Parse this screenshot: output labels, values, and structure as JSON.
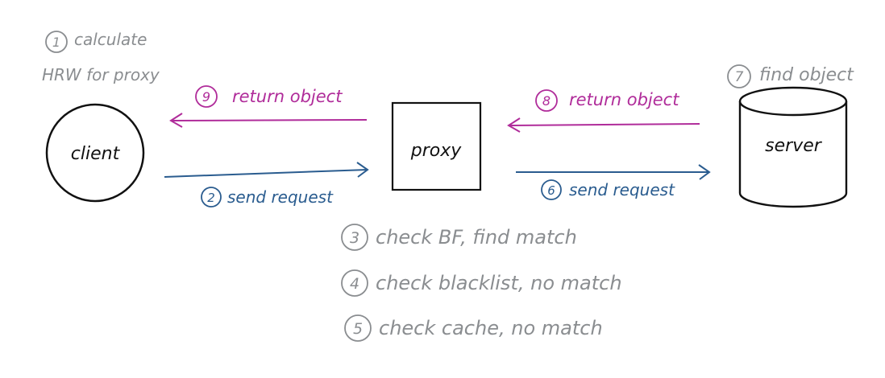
{
  "colors": {
    "ink": "#111111",
    "note": "#8a8d90",
    "request": "#2a5c8f",
    "response": "#b02c9a"
  },
  "nodes": {
    "client": {
      "label": "client"
    },
    "proxy": {
      "label": "proxy"
    },
    "server": {
      "label": "server"
    }
  },
  "steps": {
    "s1": {
      "num": "1",
      "line1": "calculate",
      "line2": "HRW for proxy"
    },
    "s2": {
      "num": "2",
      "text": "send request"
    },
    "s3": {
      "num": "3",
      "text": "check BF, find match"
    },
    "s4": {
      "num": "4",
      "text": "check blacklist, no match"
    },
    "s5": {
      "num": "5",
      "text": "check cache, no match"
    },
    "s6": {
      "num": "6",
      "text": "send request"
    },
    "s7": {
      "num": "7",
      "text": "find object"
    },
    "s8": {
      "num": "8",
      "text": "return object"
    },
    "s9": {
      "num": "9",
      "text": "return object"
    }
  }
}
